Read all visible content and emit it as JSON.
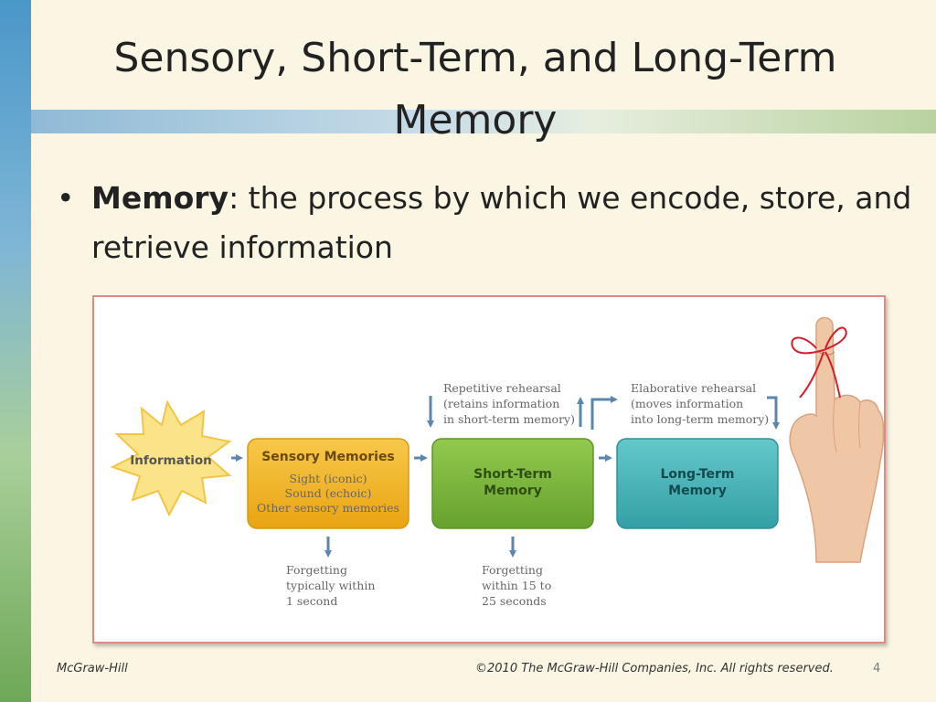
{
  "slide": {
    "title_line1": "Sensory, Short-Term, and Long-Term",
    "title_line2": "Memory",
    "bullet_term": "Memory",
    "bullet_rest": ": the process by which we encode, store, and retrieve information",
    "bullet_glyph": "•"
  },
  "diagram": {
    "information": "Information",
    "sensory": {
      "title": "Sensory Memories",
      "lines": [
        "Sight (iconic)",
        "Sound (echoic)",
        "Other sensory memories"
      ]
    },
    "short_term": {
      "lines": [
        "Short-Term",
        "Memory"
      ]
    },
    "long_term": {
      "lines": [
        "Long-Term",
        "Memory"
      ]
    },
    "repetitive_note": [
      "Repetitive rehearsal",
      "(retains information",
      "in short-term memory)"
    ],
    "elaborative_note": [
      "Elaborative rehearsal",
      "(moves information",
      "into long-term memory)"
    ],
    "forget_sensory": [
      "Forgetting",
      "typically within",
      "1 second"
    ],
    "forget_short": [
      "Forgetting",
      "within 15 to",
      "25 seconds"
    ],
    "colors": {
      "sensory": "#f2b21e",
      "short_term": "#79b43c",
      "long_term": "#46b3b7",
      "arrow": "#5b86ad",
      "starburst": "#fbe38a"
    }
  },
  "footer": {
    "left": "McGraw-Hill",
    "right": "©2010 The McGraw-Hill Companies, Inc.  All rights reserved.",
    "page": "4"
  }
}
